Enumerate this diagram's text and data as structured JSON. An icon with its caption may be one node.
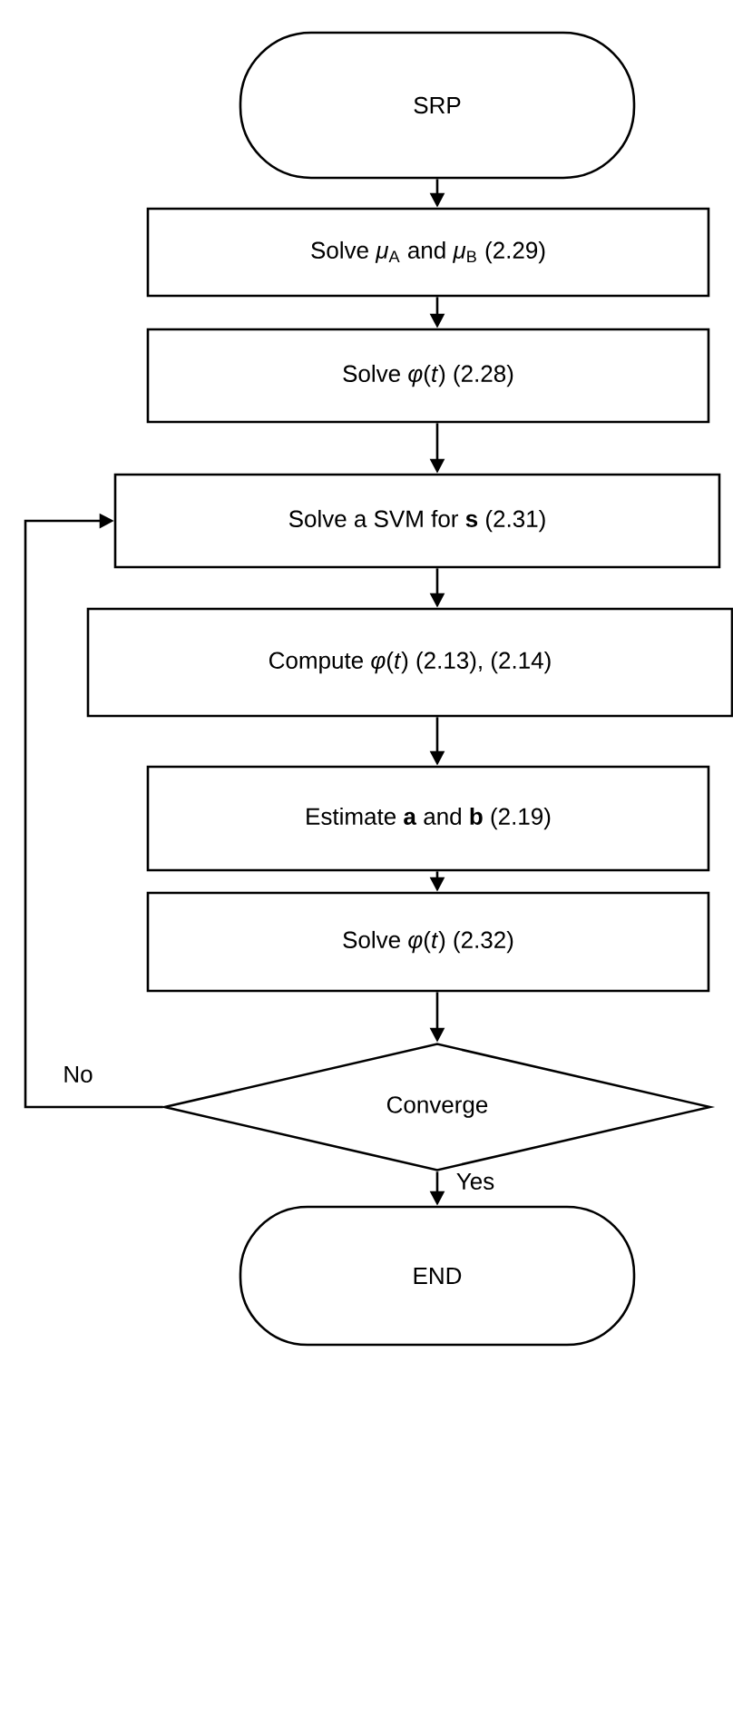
{
  "diagram": {
    "nodes": [
      {
        "text": [
          "SRP"
        ]
      },
      {
        "text": [
          "Solve *μ*$_{A}$ and *μ*$_{B}$ (2.29)"
        ]
      },
      {
        "text": [
          "Solve *φ*(*t*) (2.28)"
        ]
      },
      {
        "text": [
          "Solve a SVM for **s** (2.31)"
        ]
      },
      {
        "text": [
          "Compute *φ*(*t*) (2.13), (2.14)"
        ]
      },
      {
        "text": [
          "Estimate **a** and **b** (2.19)"
        ]
      },
      {
        "text": [
          "Solve *φ*(*t*) (2.32)"
        ]
      },
      {
        "text": [
          "Converge"
        ]
      },
      {
        "text": [
          "END"
        ]
      }
    ],
    "edges": [
      {
        "from": 0,
        "to": 1,
        "arrow": "to"
      },
      {
        "from": 1,
        "to": 2,
        "arrow": "to"
      },
      {
        "from": 2,
        "to": 3,
        "arrow": "to"
      },
      {
        "from": 3,
        "to": 4,
        "arrow": "to"
      },
      {
        "from": 4,
        "to": 5,
        "arrow": "to"
      },
      {
        "from": 5,
        "to": 6,
        "arrow": "to"
      },
      {
        "from": 6,
        "to": 7,
        "arrow": "to"
      },
      {
        "from": 7,
        "to": 3,
        "arrow": "to",
        "label": "No"
      },
      {
        "from": 7,
        "to": 8,
        "arrow": "to",
        "label": "Yes"
      }
    ]
  }
}
